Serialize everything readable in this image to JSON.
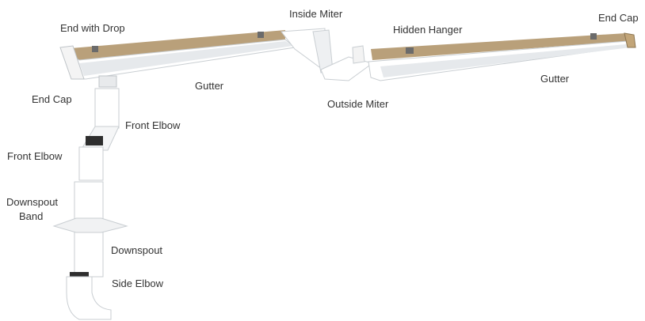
{
  "labels": {
    "end_with_drop": "End with Drop",
    "inside_miter": "Inside Miter",
    "hidden_hanger": "Hidden Hanger",
    "end_cap_right": "End Cap",
    "gutter_left": "Gutter",
    "gutter_right": "Gutter",
    "outside_miter": "Outside Miter",
    "end_cap_left": "End Cap",
    "front_elbow_upper": "Front Elbow",
    "front_elbow_lower": "Front Elbow",
    "downspout_band_line1": "Downspout",
    "downspout_band_line2": "Band",
    "downspout": "Downspout",
    "side_elbow": "Side Elbow"
  },
  "colors": {
    "gutter": "#ffffff",
    "gutter_shade": "#d9dde0",
    "gutter_interior": "#b9a07a",
    "hanger": "#6b6b6b",
    "elbow_cap": "#2e2e2e",
    "text": "#333333"
  }
}
